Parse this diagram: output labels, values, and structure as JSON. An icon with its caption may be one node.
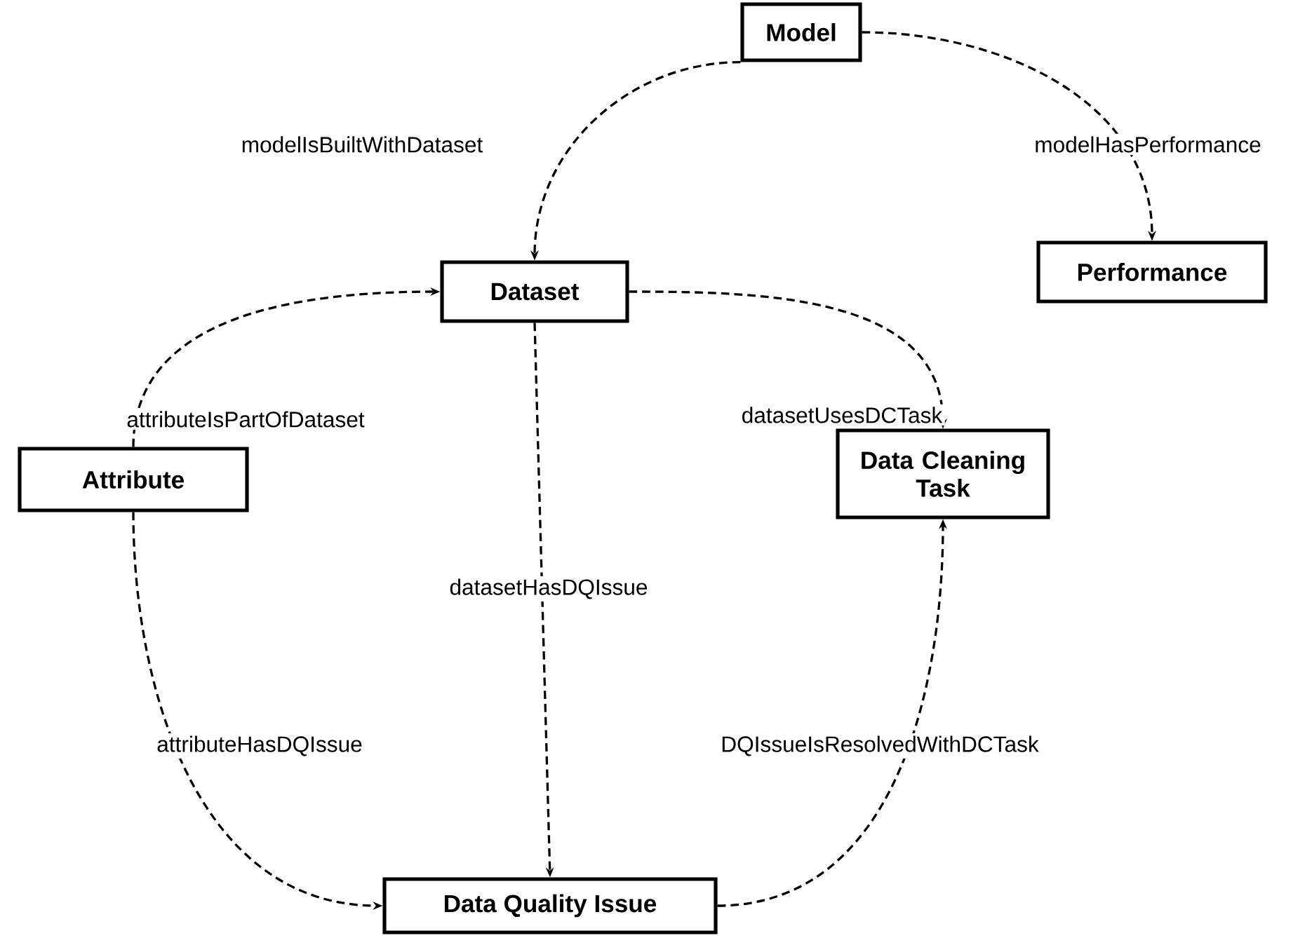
{
  "diagram": {
    "nodes": [
      {
        "text": [
          "Model"
        ]
      },
      {
        "text": [
          "Performance"
        ]
      },
      {
        "text": [
          "Dataset"
        ]
      },
      {
        "text": [
          "Attribute"
        ]
      },
      {
        "text": [
          "Data Cleaning Task"
        ]
      },
      {
        "text": [
          "Data Quality Issue"
        ]
      }
    ],
    "edges": [
      {
        "from": 0,
        "to": 2,
        "arrow": "to",
        "label": "modelIsBuiltWithDataset",
        "style": "dashed"
      },
      {
        "from": 0,
        "to": 1,
        "arrow": "to",
        "label": "modelHasPerformance",
        "style": "dashed"
      },
      {
        "from": 3,
        "to": 2,
        "arrow": "to",
        "label": "attributeIsPartOfDataset",
        "style": "dashed"
      },
      {
        "from": 2,
        "to": 4,
        "arrow": "to",
        "label": "datasetUsesDCTask",
        "style": "dashed"
      },
      {
        "from": 2,
        "to": 5,
        "arrow": "to",
        "label": "datasetHasDQIssue",
        "style": "dashed"
      },
      {
        "from": 3,
        "to": 5,
        "arrow": "to",
        "label": "attributeHasDQIssue",
        "style": "dashed"
      },
      {
        "from": 5,
        "to": 4,
        "arrow": "to",
        "label": "DQIssueIsResolvedWithDCTask",
        "style": "dashed"
      }
    ]
  }
}
